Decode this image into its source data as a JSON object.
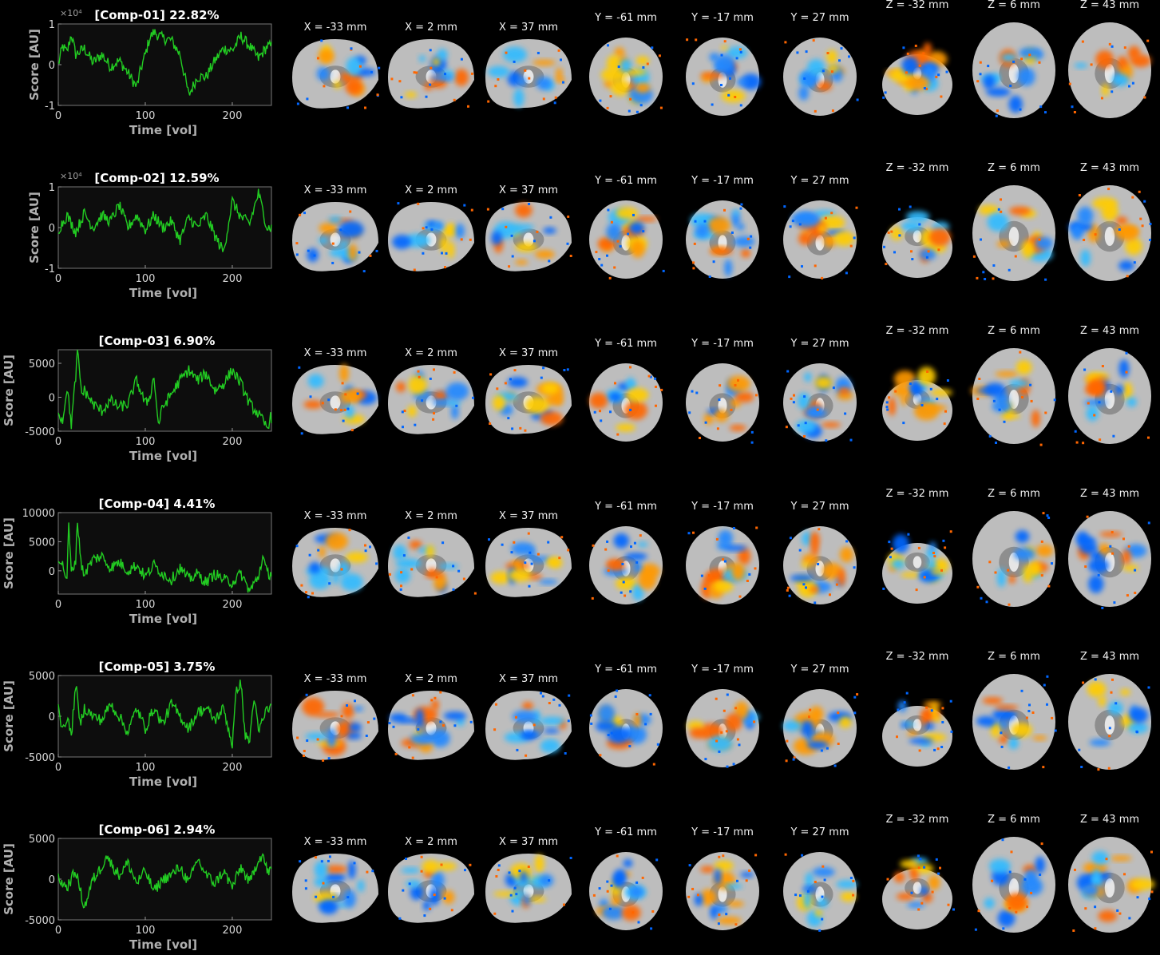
{
  "chart_data": {
    "type": "line",
    "xlabel": "Time [vol]",
    "ylabel": "Score [AU]",
    "x_range": [
      0,
      245
    ],
    "x_ticks": [
      0,
      100,
      200
    ],
    "series_color": "#22cc22",
    "grid": false,
    "background": "#000000",
    "plot_background": "#0d0d0d",
    "components": [
      {
        "title": "[Comp-01] 22.82%",
        "ylim": [
          -1,
          1
        ],
        "y_ticks": [
          -1,
          0,
          1
        ],
        "exponent_label": "×10⁴",
        "keypoints": [
          [
            0,
            0.0
          ],
          [
            5,
            0.45
          ],
          [
            10,
            0.3
          ],
          [
            15,
            0.75
          ],
          [
            20,
            0.25
          ],
          [
            30,
            0.4
          ],
          [
            40,
            0.05
          ],
          [
            50,
            0.25
          ],
          [
            60,
            -0.05
          ],
          [
            70,
            0.1
          ],
          [
            80,
            -0.2
          ],
          [
            90,
            -0.55
          ],
          [
            95,
            -0.1
          ],
          [
            100,
            0.25
          ],
          [
            105,
            0.65
          ],
          [
            110,
            0.8
          ],
          [
            120,
            0.65
          ],
          [
            130,
            0.6
          ],
          [
            140,
            0.25
          ],
          [
            150,
            -0.75
          ],
          [
            160,
            -0.3
          ],
          [
            170,
            -0.3
          ],
          [
            180,
            0.1
          ],
          [
            190,
            0.4
          ],
          [
            200,
            0.35
          ],
          [
            210,
            0.7
          ],
          [
            220,
            0.45
          ],
          [
            230,
            0.15
          ],
          [
            240,
            0.45
          ]
        ]
      },
      {
        "title": "[Comp-02] 12.59%",
        "ylim": [
          -1,
          1
        ],
        "y_ticks": [
          -1,
          0,
          1
        ],
        "exponent_label": "×10⁴",
        "keypoints": [
          [
            0,
            -0.05
          ],
          [
            10,
            0.3
          ],
          [
            20,
            -0.1
          ],
          [
            30,
            0.35
          ],
          [
            40,
            0.0
          ],
          [
            50,
            0.3
          ],
          [
            60,
            0.15
          ],
          [
            70,
            0.55
          ],
          [
            80,
            0.0
          ],
          [
            90,
            0.3
          ],
          [
            100,
            -0.05
          ],
          [
            110,
            0.3
          ],
          [
            120,
            0.0
          ],
          [
            130,
            0.15
          ],
          [
            140,
            -0.3
          ],
          [
            150,
            0.25
          ],
          [
            160,
            0.0
          ],
          [
            170,
            0.3
          ],
          [
            180,
            -0.2
          ],
          [
            190,
            -0.6
          ],
          [
            200,
            0.65
          ],
          [
            210,
            0.25
          ],
          [
            220,
            0.1
          ],
          [
            230,
            0.85
          ],
          [
            240,
            0.0
          ]
        ]
      },
      {
        "title": "[Comp-03] 6.90%",
        "ylim": [
          -5000,
          7000
        ],
        "y_ticks": [
          -5000,
          0,
          5000
        ],
        "exponent_label": "",
        "keypoints": [
          [
            0,
            -2000
          ],
          [
            5,
            -3500
          ],
          [
            10,
            1500
          ],
          [
            15,
            -4000
          ],
          [
            20,
            3000
          ],
          [
            22,
            6800
          ],
          [
            27,
            500
          ],
          [
            30,
            1000
          ],
          [
            40,
            -1000
          ],
          [
            50,
            -2000
          ],
          [
            60,
            -500
          ],
          [
            70,
            -1500
          ],
          [
            80,
            -1000
          ],
          [
            90,
            2500
          ],
          [
            100,
            -1000
          ],
          [
            105,
            0
          ],
          [
            110,
            3000
          ],
          [
            115,
            -4000
          ],
          [
            120,
            -1500
          ],
          [
            130,
            500
          ],
          [
            140,
            2500
          ],
          [
            150,
            4000
          ],
          [
            160,
            2500
          ],
          [
            170,
            3500
          ],
          [
            180,
            1000
          ],
          [
            190,
            2000
          ],
          [
            200,
            4000
          ],
          [
            210,
            2000
          ],
          [
            220,
            -1000
          ],
          [
            230,
            -2500
          ],
          [
            240,
            -4500
          ],
          [
            244,
            -3000
          ]
        ]
      },
      {
        "title": "[Comp-04] 4.41%",
        "ylim": [
          -4000,
          10000
        ],
        "y_ticks": [
          0,
          5000,
          10000
        ],
        "exponent_label": "",
        "keypoints": [
          [
            0,
            2500
          ],
          [
            5,
            1000
          ],
          [
            10,
            -1500
          ],
          [
            12,
            8000
          ],
          [
            15,
            -500
          ],
          [
            20,
            2000
          ],
          [
            22,
            8500
          ],
          [
            27,
            500
          ],
          [
            30,
            -500
          ],
          [
            40,
            2000
          ],
          [
            50,
            2500
          ],
          [
            60,
            500
          ],
          [
            70,
            1500
          ],
          [
            80,
            0
          ],
          [
            90,
            1000
          ],
          [
            100,
            -1000
          ],
          [
            110,
            1000
          ],
          [
            120,
            -500
          ],
          [
            130,
            -1500
          ],
          [
            140,
            500
          ],
          [
            150,
            -1500
          ],
          [
            160,
            -500
          ],
          [
            170,
            -2000
          ],
          [
            180,
            -500
          ],
          [
            190,
            -1500
          ],
          [
            200,
            -2000
          ],
          [
            210,
            -500
          ],
          [
            220,
            -3500
          ],
          [
            230,
            -1000
          ],
          [
            235,
            2500
          ],
          [
            240,
            -500
          ]
        ]
      },
      {
        "title": "[Comp-05] 3.75%",
        "ylim": [
          -5000,
          5000
        ],
        "y_ticks": [
          -5000,
          0,
          5000
        ],
        "exponent_label": "",
        "keypoints": [
          [
            0,
            1500
          ],
          [
            5,
            -2000
          ],
          [
            10,
            0
          ],
          [
            15,
            -2500
          ],
          [
            20,
            4000
          ],
          [
            25,
            -1000
          ],
          [
            30,
            1000
          ],
          [
            40,
            0
          ],
          [
            50,
            -500
          ],
          [
            60,
            1500
          ],
          [
            70,
            0
          ],
          [
            80,
            -2000
          ],
          [
            90,
            1000
          ],
          [
            100,
            -1500
          ],
          [
            110,
            1000
          ],
          [
            120,
            -1000
          ],
          [
            130,
            1500
          ],
          [
            140,
            0
          ],
          [
            150,
            -1500
          ],
          [
            160,
            500
          ],
          [
            170,
            1000
          ],
          [
            180,
            -500
          ],
          [
            190,
            1000
          ],
          [
            200,
            -3500
          ],
          [
            205,
            3500
          ],
          [
            210,
            4000
          ],
          [
            215,
            -2500
          ],
          [
            220,
            -3000
          ],
          [
            225,
            2500
          ],
          [
            230,
            -2000
          ],
          [
            240,
            1000
          ]
        ]
      },
      {
        "title": "[Comp-06] 2.94%",
        "ylim": [
          -5000,
          5000
        ],
        "y_ticks": [
          -5000,
          0,
          5000
        ],
        "exponent_label": "",
        "keypoints": [
          [
            0,
            0
          ],
          [
            10,
            -1000
          ],
          [
            20,
            1000
          ],
          [
            30,
            -3500
          ],
          [
            40,
            0
          ],
          [
            50,
            1500
          ],
          [
            55,
            3000
          ],
          [
            60,
            2000
          ],
          [
            70,
            500
          ],
          [
            80,
            2000
          ],
          [
            90,
            -500
          ],
          [
            100,
            1000
          ],
          [
            110,
            -1500
          ],
          [
            120,
            0
          ],
          [
            130,
            500
          ],
          [
            140,
            1500
          ],
          [
            150,
            -500
          ],
          [
            160,
            2500
          ],
          [
            170,
            500
          ],
          [
            180,
            -500
          ],
          [
            190,
            1000
          ],
          [
            200,
            -1000
          ],
          [
            210,
            1500
          ],
          [
            220,
            -500
          ],
          [
            230,
            2500
          ],
          [
            235,
            3000
          ],
          [
            240,
            1000
          ]
        ]
      }
    ]
  },
  "slices": {
    "sagittal_labels": [
      "X = -33 mm",
      "X = 2 mm",
      "X = 37 mm"
    ],
    "coronal_labels": [
      "Y = -61 mm",
      "Y = -17 mm",
      "Y = 27 mm"
    ],
    "axial_labels": [
      "Z = -32 mm",
      "Z = 6 mm",
      "Z = 43 mm"
    ],
    "brain_gray": "#bdbdbd",
    "positive_colors": [
      "#ff6600",
      "#ff9900",
      "#ffcc00"
    ],
    "negative_colors": [
      "#0066ff",
      "#2288ff",
      "#33bbff"
    ]
  }
}
